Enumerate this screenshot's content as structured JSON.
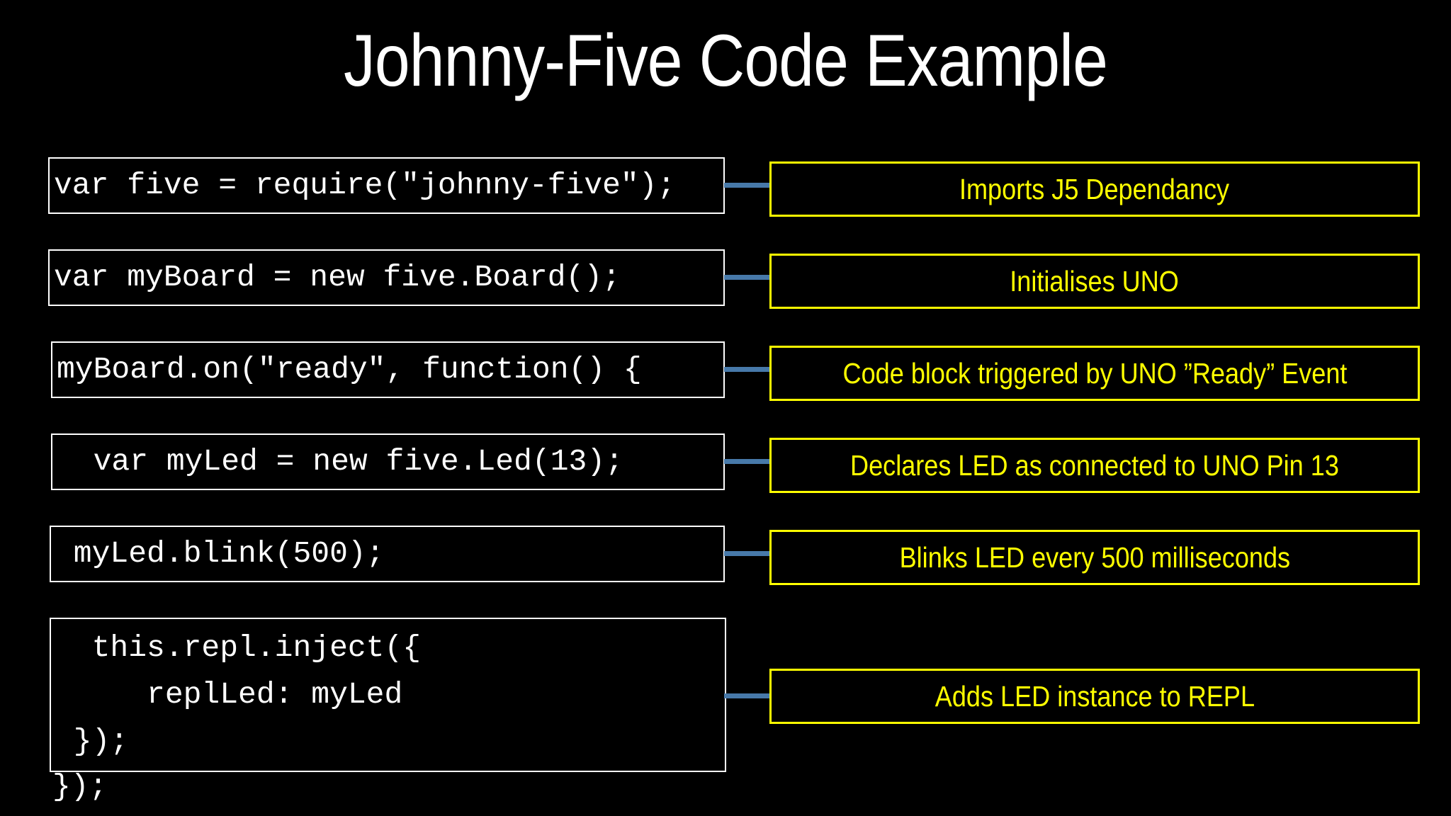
{
  "slide": {
    "title": "Johnny-Five Code Example",
    "background_color": "#000000",
    "title_color": "#ffffff",
    "code_border_color": "#ffffff",
    "note_color": "#ffff00",
    "connector_color": "#4779A9"
  },
  "code_blocks": [
    {
      "id": "require",
      "text": "var five = require(\"johnny-five\");"
    },
    {
      "id": "board",
      "text": "var myBoard = new five.Board();"
    },
    {
      "id": "on-ready",
      "text": "myBoard.on(\"ready\", function() {"
    },
    {
      "id": "led",
      "text": "  var myLed = new five.Led(13);"
    },
    {
      "id": "blink",
      "text": " myLed.blink(500);"
    },
    {
      "id": "repl",
      "text": "  this.repl.inject({\n     replLed: myLed\n });"
    }
  ],
  "code_tail": "});",
  "notes": [
    {
      "id": "note-require",
      "text": "Imports J5 Dependancy"
    },
    {
      "id": "note-board",
      "text": "Initialises UNO"
    },
    {
      "id": "note-on-ready",
      "text": "Code block triggered by UNO ”Ready” Event"
    },
    {
      "id": "note-led",
      "text": "Declares LED as connected to UNO Pin 13"
    },
    {
      "id": "note-blink",
      "text": "Blinks LED every 500 milliseconds"
    },
    {
      "id": "note-repl",
      "text": "Adds LED instance to REPL"
    }
  ]
}
